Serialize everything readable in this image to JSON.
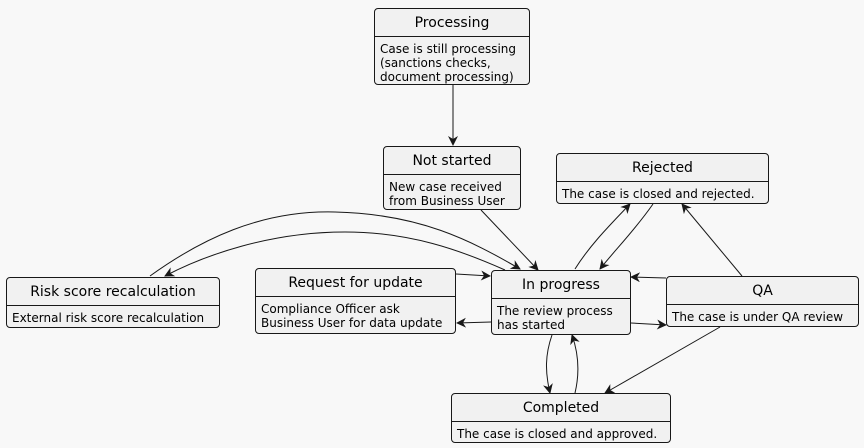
{
  "states": {
    "processing": {
      "title": "Processing",
      "description": "Case is still processing\n(sanctions checks,\ndocument processing)"
    },
    "not_started": {
      "title": "Not started",
      "description": "New case received\nfrom Business User"
    },
    "rejected": {
      "title": "Rejected",
      "description": "The case is closed and rejected."
    },
    "risk_score": {
      "title": "Risk score recalculation",
      "description": "External risk score recalculation"
    },
    "request_update": {
      "title": "Request for update",
      "description": "Compliance Officer ask\nBusiness User for data update"
    },
    "in_progress": {
      "title": "In progress",
      "description": "The review process\nhas started"
    },
    "qa": {
      "title": "QA",
      "description": "The case is under QA review"
    },
    "completed": {
      "title": "Completed",
      "description": "The case is closed and approved."
    }
  },
  "transitions": [
    {
      "from": "processing",
      "to": "not_started"
    },
    {
      "from": "not_started",
      "to": "in_progress"
    },
    {
      "from": "risk_score",
      "to": "in_progress"
    },
    {
      "from": "in_progress",
      "to": "risk_score"
    },
    {
      "from": "rejected",
      "to": "in_progress"
    },
    {
      "from": "in_progress",
      "to": "rejected"
    },
    {
      "from": "qa",
      "to": "rejected"
    },
    {
      "from": "request_update",
      "to": "in_progress"
    },
    {
      "from": "in_progress",
      "to": "request_update"
    },
    {
      "from": "qa",
      "to": "in_progress"
    },
    {
      "from": "in_progress",
      "to": "qa"
    },
    {
      "from": "in_progress",
      "to": "completed"
    },
    {
      "from": "completed",
      "to": "in_progress"
    },
    {
      "from": "qa",
      "to": "completed"
    }
  ]
}
